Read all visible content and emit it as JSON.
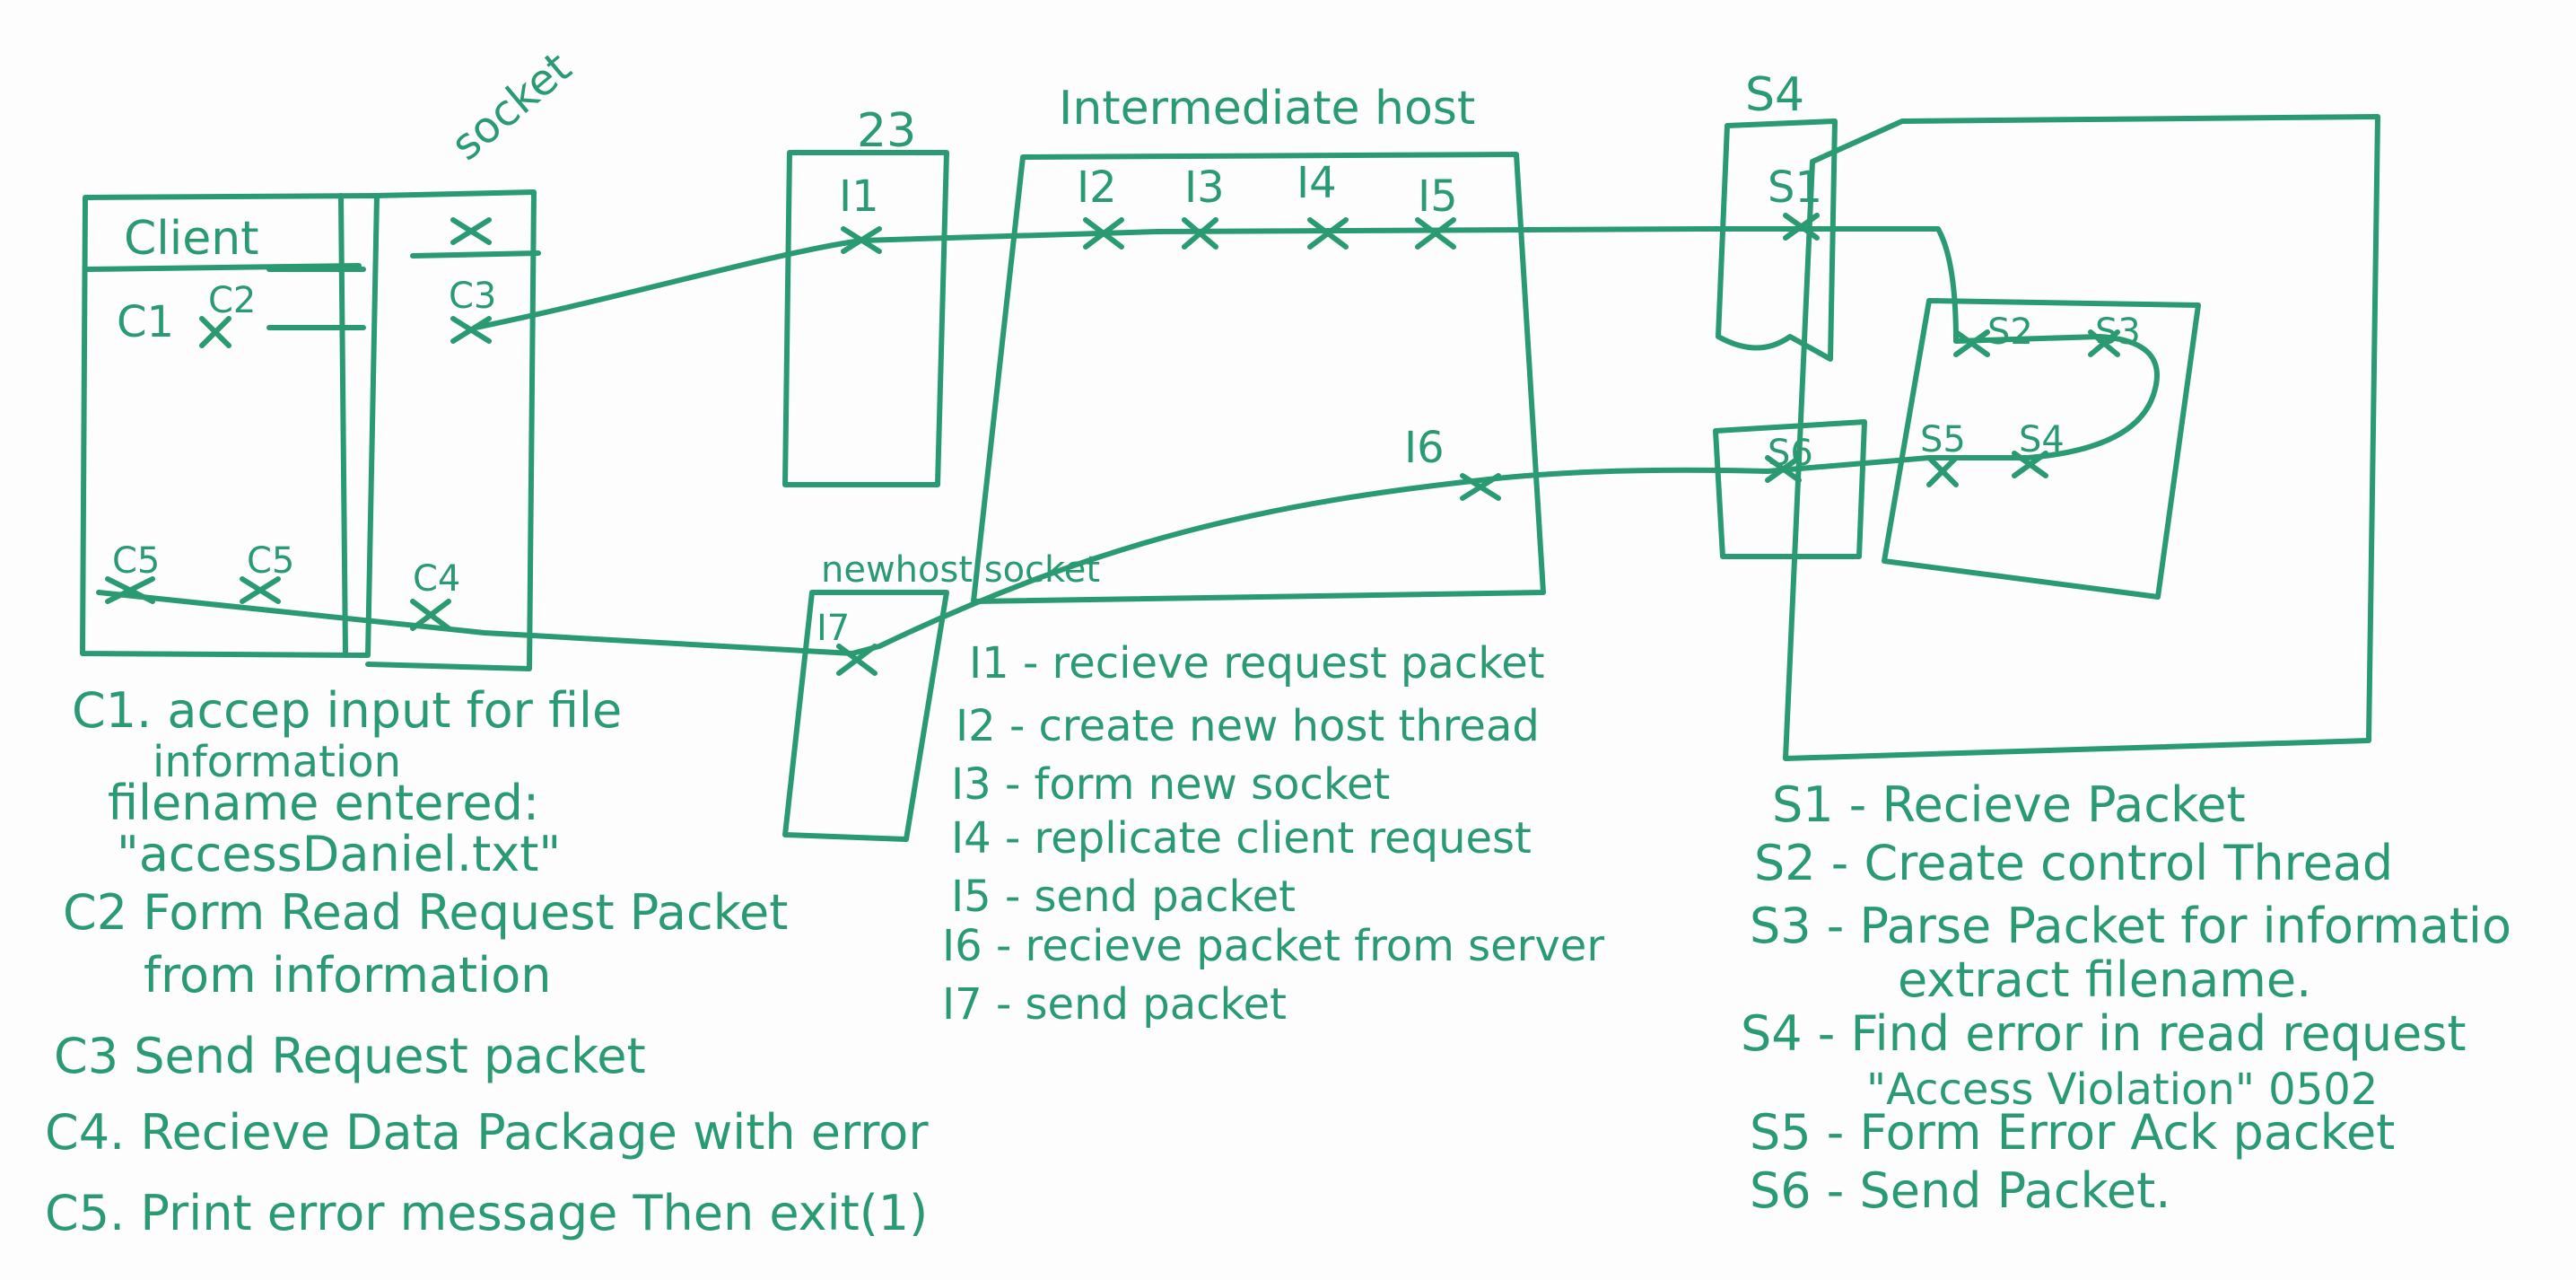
{
  "colors": {
    "ink": "#2a9a72",
    "board": "#fdfdfd"
  },
  "boxes": {
    "client": "Client",
    "socket": "socket",
    "z3": "23",
    "intermediate": "Intermediate host",
    "newhost": "newhost socket",
    "s4": "S4"
  },
  "points": {
    "client_c1": "C1",
    "client_c2": "C2",
    "client_c5": "C5",
    "client_c5b": "C5",
    "socket_c3": "C3",
    "socket_c4": "C4",
    "z3_i1": "I1",
    "inter_i2": "I2",
    "inter_i3": "I3",
    "inter_i4": "I4",
    "inter_i5": "I5",
    "inter_i6": "I6",
    "newhost_i7": "I7",
    "server_s1": "S1",
    "server_s2": "S2",
    "server_s3": "S3",
    "server_s5": "S5",
    "server_s4": "S4",
    "server_s6": "S6"
  },
  "client_notes": [
    "C1. accep input for file",
    "information",
    "filename entered:",
    "\"accessDaniel.txt\"",
    "C2 Form Read Request Packet",
    "from information",
    "C3 Send Request packet",
    "C4. Recieve Data Package with error",
    "C5. Print error message Then exit(1)"
  ],
  "intermediate_notes": [
    "I1 - recieve request packet",
    "I2 - create new host thread",
    "I3 - form new socket",
    "I4 - replicate client request",
    "I5 - send packet",
    "I6 - recieve packet from server",
    "I7 - send packet"
  ],
  "server_notes": [
    "S1 - Recieve Packet",
    "S2 - Create control Thread",
    "S3 - Parse Packet for informatio",
    "extract filename.",
    "S4 - Find error in read request",
    "\"Access Violation\" 0502",
    "S5 - Form Error Ack packet",
    "S6 - Send Packet."
  ]
}
